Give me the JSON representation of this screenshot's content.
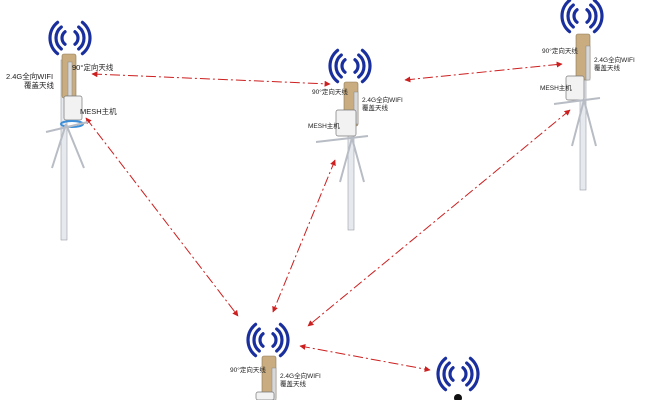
{
  "colors": {
    "link": "#cc1f1f",
    "wave": "#1a2f9e",
    "mast": "#e6e9ee",
    "mast_edge": "#9aa0a8",
    "panel": "#c9ad80",
    "box": "#f2f2f2",
    "ring": "#3b8fd9"
  },
  "labels": {
    "sector_antenna": "90°定向天线",
    "omni_antenna_line1": "2.4G全向WIFI",
    "omni_antenna_line2": "覆盖天线",
    "mesh_host": "MESH主机"
  },
  "nodes": [
    {
      "name": "node-top-left"
    },
    {
      "name": "node-top-center"
    },
    {
      "name": "node-top-right"
    },
    {
      "name": "node-bottom-center"
    },
    {
      "name": "node-bottom-right-partial"
    }
  ]
}
